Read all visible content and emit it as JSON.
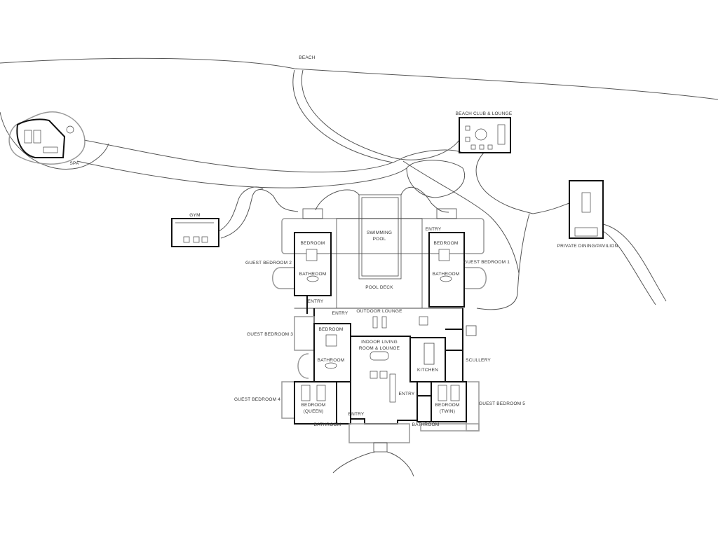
{
  "plan": {
    "areas": {
      "beach": "BEACH",
      "beach_club": "BEACH CLUB & LOUNGE",
      "spa": "SPA",
      "gym": "GYM",
      "private_dining": "PRIVATE DINING/PAVILION",
      "pool_line1": "SWIMMING",
      "pool_line2": "POOL",
      "pool_deck": "POOL DECK",
      "outdoor_lounge": "OUTDOOR LOUNGE",
      "living_line1": "INDOOR LIVING",
      "living_line2": "ROOM & LOUNGE",
      "kitchen": "KITCHEN",
      "scullery": "SCULLERY"
    },
    "guest_bedrooms": {
      "gb1": "GUEST BEDROOM 1",
      "gb2": "GUEST BEDROOM 2",
      "gb3": "GUEST BEDROOM 3",
      "gb4": "GUEST BEDROOM 4",
      "gb5": "GUEST BEDROOM 5"
    },
    "rooms": {
      "bedroom": "BEDROOM",
      "bathroom": "BATHROOM",
      "entry": "ENTRY",
      "queen": "(QUEEN)",
      "twin": "(TWIN)"
    }
  }
}
